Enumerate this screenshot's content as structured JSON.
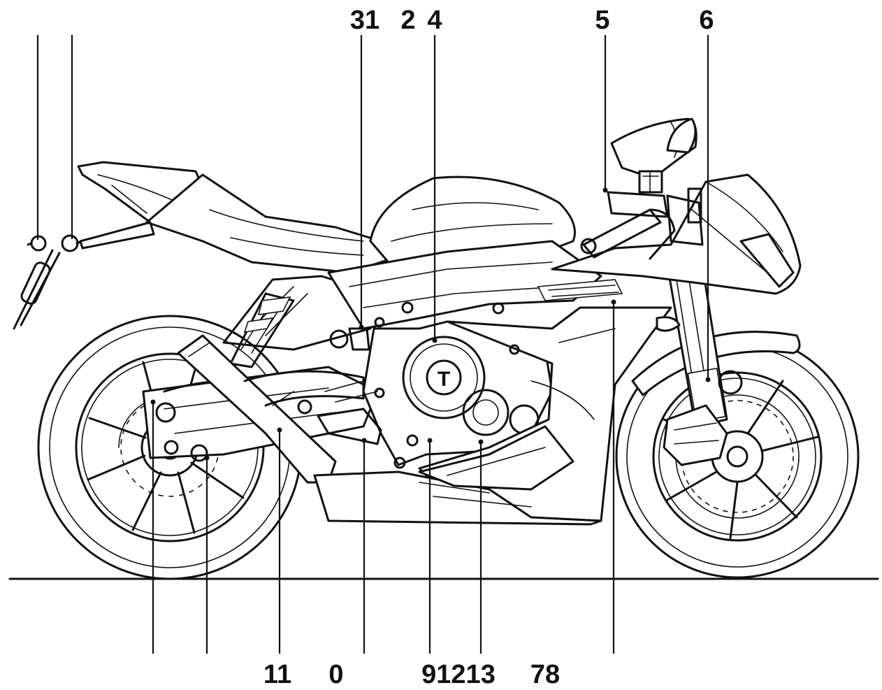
{
  "diagram": {
    "labels_top": [
      "31",
      "2",
      "4",
      "5",
      "6"
    ],
    "labels_bottom": [
      "11",
      "0",
      "91213",
      "78"
    ],
    "emblem": "T"
  }
}
